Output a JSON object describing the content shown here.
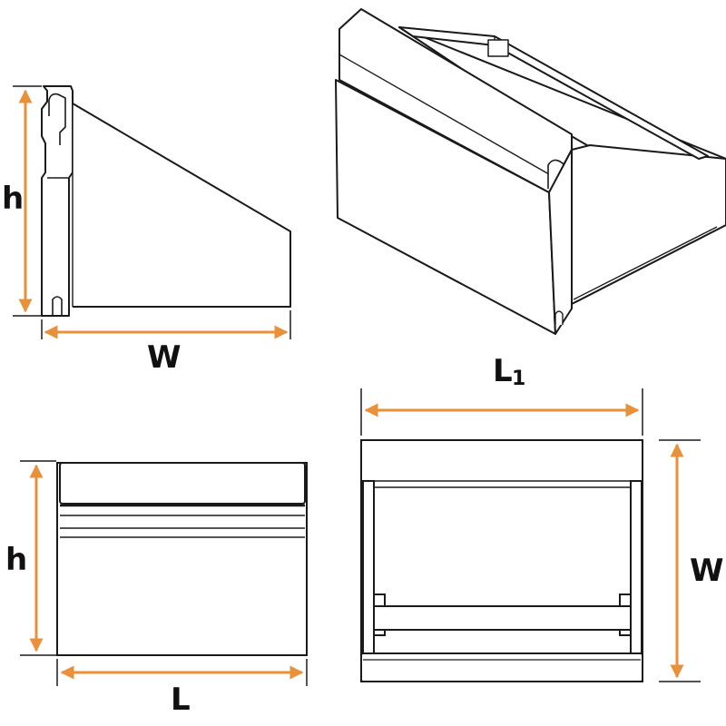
{
  "labels": {
    "side_height": "h",
    "side_width": "W",
    "front_height": "h",
    "front_length": "L",
    "top_length": "L",
    "top_length_sub": "1",
    "top_width": "W"
  },
  "colors": {
    "dimension_arrow": "#E8913A",
    "outline": "#1a1a1a",
    "background": "#ffffff"
  }
}
